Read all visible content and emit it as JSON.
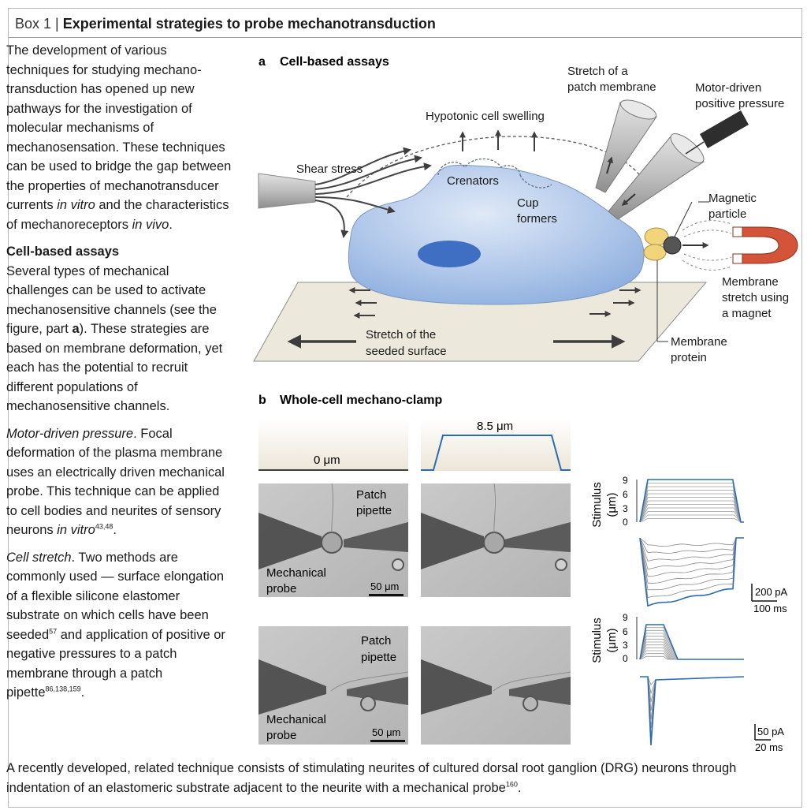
{
  "header": {
    "box_label": "Box 1 |",
    "title": "Experimental strategies to probe mechanotransduction"
  },
  "intro": "The development of various techniques for studying mechano-transduction has opened up new pathways for the investigation of molecular mechanisms of mechanosensation. These techniques can be used to bridge the gap between the properties of mechanotransducer currents in vitro and the characteristics of mechanoreceptors in vivo.",
  "intro_parts": {
    "a": "The development of various techniques for studying mechano-transduction has opened up new pathways for the investigation of molecular mechanisms of mechanosensation. These techniques can be used to bridge the gap between the properties of mechanotransducer currents ",
    "b": "in vitro",
    "c": " and the characteristics of mechanoreceptors ",
    "d": "in vivo",
    "e": "."
  },
  "section_heading": "Cell-based assays",
  "para1": {
    "a": "Several types of mechanical challenges can be used to activate mechanosensitive channels (see the figure, part ",
    "b": "a",
    "c": "). These strategies are based on membrane deformation, yet each has the potential to recruit different populations of mechanosensitive channels."
  },
  "para2": {
    "title": "Motor-driven pressure",
    "a": ". Focal deformation of the plasma membrane uses an electrically driven mechanical probe. This technique can be applied to cell bodies and neurites of sensory neurons ",
    "b": "in vitro",
    "ref": "43,48",
    "c": "."
  },
  "para3": {
    "title": "Cell stretch",
    "a": ". Two methods are commonly used — surface elongation of a flexible silicone elastomer substrate on which cells have been seeded",
    "ref1": "57",
    "b": " and application of positive or negative pressures to a patch membrane through a patch pipette",
    "ref2": "86,138,159",
    "c": "."
  },
  "para4": {
    "a": "A recently developed, related technique consists of stimulating neurites of cultured dorsal root ganglion (DRG) neurons through indentation of an elastomeric substrate adjacent to the neurite with a mechanical probe",
    "ref": "160",
    "b": "."
  },
  "panel_a": {
    "letter": "a",
    "title": "Cell-based assays",
    "labels": {
      "stretch_patch_1": "Stretch of a",
      "stretch_patch_2": "patch membrane",
      "motor_1": "Motor-driven",
      "motor_2": "positive pressure",
      "hypotonic": "Hypotonic cell swelling",
      "shear": "Shear stress",
      "crenators": "Crenators",
      "cup_1": "Cup",
      "cup_2": "formers",
      "magnetic_1": "Magnetic",
      "magnetic_2": "particle",
      "mem_stretch_1": "Membrane",
      "mem_stretch_2": "stretch using",
      "mem_stretch_3": "a magnet",
      "seeded_1": "Stretch of the",
      "seeded_2": "seeded surface",
      "mem_protein_1": "Membrane",
      "mem_protein_2": "protein"
    }
  },
  "panel_b": {
    "letter": "b",
    "title": "Whole-cell mechano-clamp",
    "step_zero": "0 μm",
    "step_value": "8.5 μm",
    "patch_pipette_1": "Patch",
    "patch_pipette_2": "pipette",
    "mech_probe_1": "Mechanical",
    "mech_probe_2": "probe",
    "scale_bar": "50 μm",
    "stim_axis_1": "Stimulus",
    "stim_axis_2": "(μm)",
    "stim_ticks": [
      "9",
      "6",
      "3",
      "0"
    ],
    "scale_current_top": "200 pA",
    "scale_time_top": "100 ms",
    "scale_current_bottom": "50 pA",
    "scale_time_bottom": "20 ms"
  },
  "colors": {
    "cell": "#a9c2e6",
    "nucleus": "#3f6fc2",
    "trace_blue": "#2b6cb0",
    "magnet_red": "#d4543a",
    "particle_yellow": "#f2d57a",
    "substrate": "#ece8dc"
  }
}
